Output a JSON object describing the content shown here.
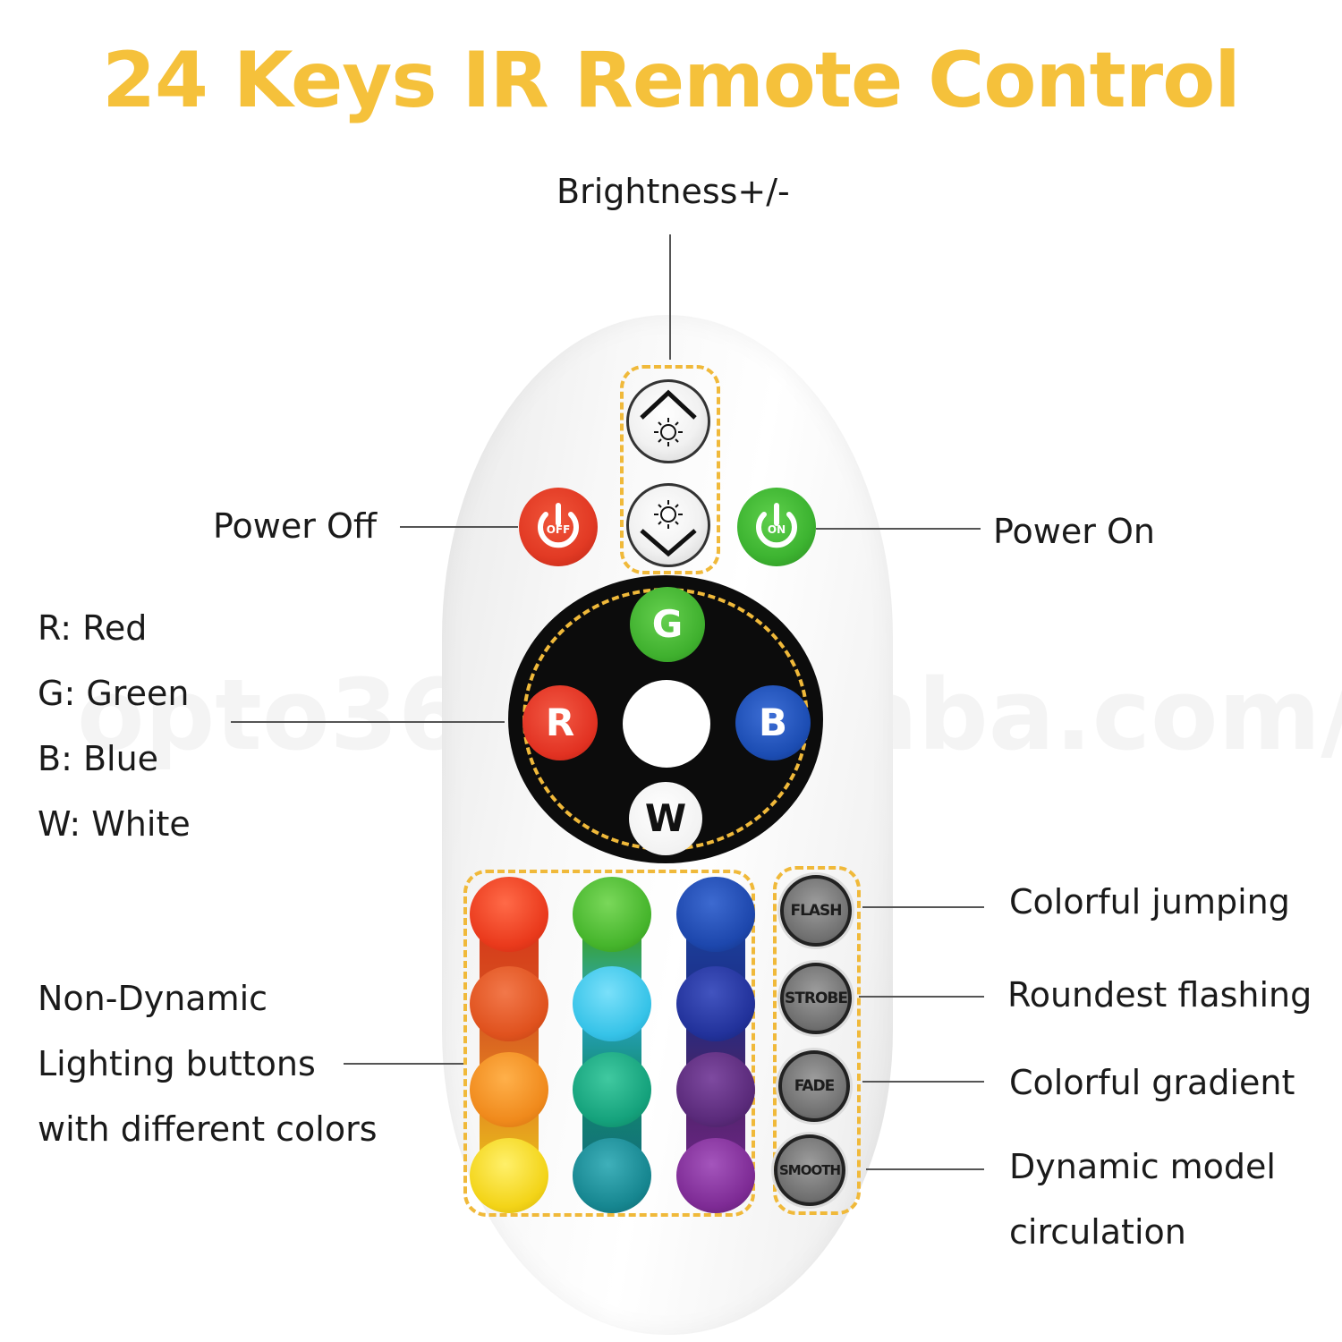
{
  "title": "24 Keys IR Remote Control",
  "labels": {
    "brightness": "Brightness+/-",
    "power_off": "Power Off",
    "power_on": "Power On",
    "rgbw": [
      "R: Red",
      "G: Green",
      "B: Blue",
      "W: White"
    ],
    "non_dynamic": [
      "Non-Dynamic",
      "Lighting buttons",
      "with different colors"
    ],
    "flash_desc": "Colorful jumping",
    "strobe_desc": "Roundest flashing",
    "fade_desc": "Colorful gradient",
    "smooth_desc": [
      "Dynamic model",
      "circulation"
    ]
  },
  "remote": {
    "off_label": "OFF",
    "on_label": "ON",
    "dial_keys": {
      "g": "G",
      "r": "R",
      "b": "B",
      "w": "W"
    },
    "mode_keys": [
      "FLASH",
      "STROBE",
      "FADE",
      "SMOOTH"
    ],
    "colors": {
      "off": "#e23a24",
      "on": "#3db431",
      "g": "#3fb02e",
      "r": "#e23222",
      "b": "#1c4db3",
      "col1": [
        "#ea3a1c",
        "#e0521e",
        "#f08a1c",
        "#f3d418"
      ],
      "col2": [
        "#46b52c",
        "#36c3e8",
        "#15a27c",
        "#168690"
      ],
      "col3": [
        "#1d47ad",
        "#22329b",
        "#5a2a7a",
        "#7e2b95"
      ]
    }
  },
  "watermark": "opto365...alibaba.com/",
  "accent": "#f5c13b"
}
